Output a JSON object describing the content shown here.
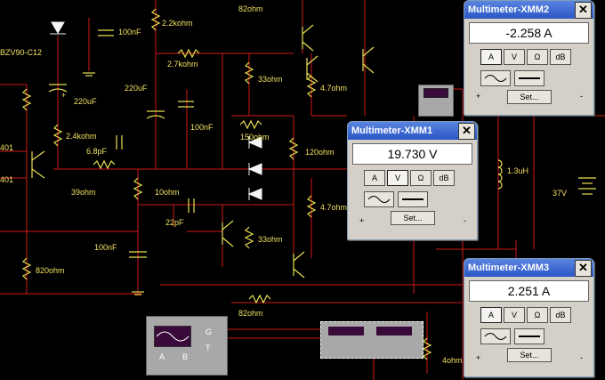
{
  "circuit_labels": {
    "zener": "BZV90-C12",
    "c100nf_top": "100nF",
    "r22k": "2.2kohm",
    "r82_top": "82ohm",
    "r27k": "2.7kohm",
    "c220uf_a": "220uF",
    "c220uf_b": "220uF",
    "r33_a": "33ohm",
    "r47_a": "4.7ohm",
    "c100nf_mid": "100nF",
    "r24k": "2.4kohm",
    "c68p": "6.8pF",
    "r150": "150ohm",
    "r120": "120ohm",
    "l13": "1.3uH",
    "r39": "39ohm",
    "r10": "10ohm",
    "r47_b": "4.7ohm",
    "v37": "37V",
    "c22p": "22pF",
    "c100nf_bot": "100nF",
    "r33_b": "33ohm",
    "r820": "820ohm",
    "r82_bot": "82ohm",
    "r4": "4ohm",
    "q401_a": "401",
    "q401_b": "401",
    "plus": "+"
  },
  "multimeters": [
    {
      "id": "XMM2",
      "title": "Multimeter-XMM2",
      "reading": "-2.258  A",
      "active": "A"
    },
    {
      "id": "XMM1",
      "title": "Multimeter-XMM1",
      "reading": "19.730  V",
      "active": "V"
    },
    {
      "id": "XMM3",
      "title": "Multimeter-XMM3",
      "reading": "2.251  A",
      "active": "A"
    }
  ],
  "buttons": {
    "a": "A",
    "v": "V",
    "ohm": "Ω",
    "db": "dB",
    "set": "Set...",
    "close": "✕"
  },
  "terminals": {
    "plus": "+",
    "minus": "-"
  },
  "oscilloscope": {
    "g": "G",
    "t": "T",
    "a": "A",
    "b": "B"
  },
  "colors": {
    "wire": "#d01818",
    "component": "#e8e050",
    "background": "#000000",
    "title_bar": "#2a56c6"
  }
}
